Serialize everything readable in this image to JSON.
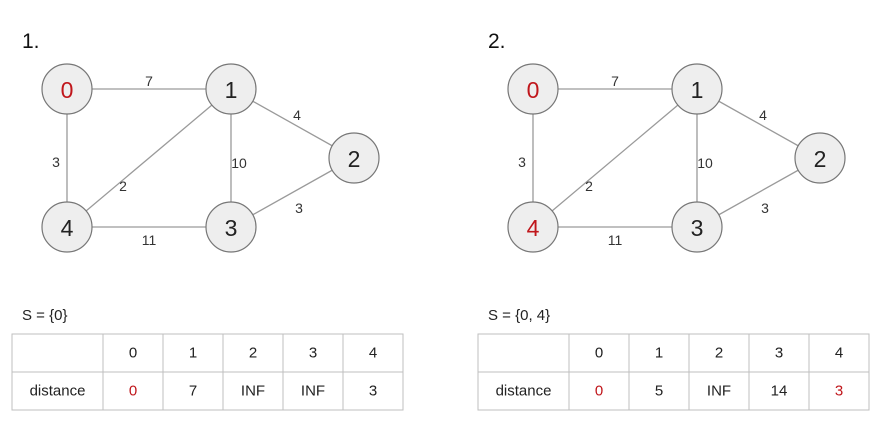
{
  "colors": {
    "default_text": "#222222",
    "highlight": "#c0161b"
  },
  "panels": [
    {
      "label": "1.",
      "nodes": [
        {
          "id": "0",
          "highlight": true
        },
        {
          "id": "1",
          "highlight": false
        },
        {
          "id": "2",
          "highlight": false
        },
        {
          "id": "3",
          "highlight": false
        },
        {
          "id": "4",
          "highlight": false
        }
      ],
      "edges": [
        {
          "from": "0",
          "to": "1",
          "weight": "7"
        },
        {
          "from": "0",
          "to": "4",
          "weight": "3"
        },
        {
          "from": "4",
          "to": "1",
          "weight": "2"
        },
        {
          "from": "1",
          "to": "3",
          "weight": "10"
        },
        {
          "from": "1",
          "to": "2",
          "weight": "4"
        },
        {
          "from": "4",
          "to": "3",
          "weight": "11"
        },
        {
          "from": "3",
          "to": "2",
          "weight": "3"
        }
      ],
      "set_label": "S = {0}",
      "table": {
        "headers": [
          "",
          "0",
          "1",
          "2",
          "3",
          "4"
        ],
        "row_label": "distance",
        "values": [
          {
            "text": "0",
            "highlight": true
          },
          {
            "text": "7",
            "highlight": false
          },
          {
            "text": "INF",
            "highlight": false
          },
          {
            "text": "INF",
            "highlight": false
          },
          {
            "text": "3",
            "highlight": false
          }
        ]
      }
    },
    {
      "label": "2.",
      "nodes": [
        {
          "id": "0",
          "highlight": true
        },
        {
          "id": "1",
          "highlight": false
        },
        {
          "id": "2",
          "highlight": false
        },
        {
          "id": "3",
          "highlight": false
        },
        {
          "id": "4",
          "highlight": true
        }
      ],
      "edges": [
        {
          "from": "0",
          "to": "1",
          "weight": "7"
        },
        {
          "from": "0",
          "to": "4",
          "weight": "3"
        },
        {
          "from": "4",
          "to": "1",
          "weight": "2"
        },
        {
          "from": "1",
          "to": "3",
          "weight": "10"
        },
        {
          "from": "1",
          "to": "2",
          "weight": "4"
        },
        {
          "from": "4",
          "to": "3",
          "weight": "11"
        },
        {
          "from": "3",
          "to": "2",
          "weight": "3"
        }
      ],
      "set_label": "S = {0, 4}",
      "table": {
        "headers": [
          "",
          "0",
          "1",
          "2",
          "3",
          "4"
        ],
        "row_label": "distance",
        "values": [
          {
            "text": "0",
            "highlight": true
          },
          {
            "text": "5",
            "highlight": false
          },
          {
            "text": "INF",
            "highlight": false
          },
          {
            "text": "14",
            "highlight": false
          },
          {
            "text": "3",
            "highlight": true
          }
        ]
      }
    }
  ]
}
